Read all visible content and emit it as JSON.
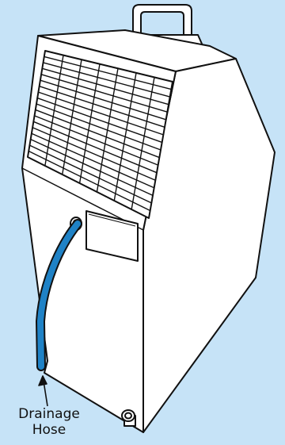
{
  "colors": {
    "background": "#c6e3f7",
    "unit_fill": "#ffffff",
    "outline": "#111111",
    "hose": "#1f82c6"
  },
  "illustration": {
    "parts": [
      "carry-handle",
      "air-grille",
      "control-panel",
      "drainage-hose",
      "drain-port",
      "rear-wheel"
    ]
  },
  "callouts": {
    "drainage_hose": {
      "line1": "Drainage",
      "line2": "Hose"
    }
  }
}
